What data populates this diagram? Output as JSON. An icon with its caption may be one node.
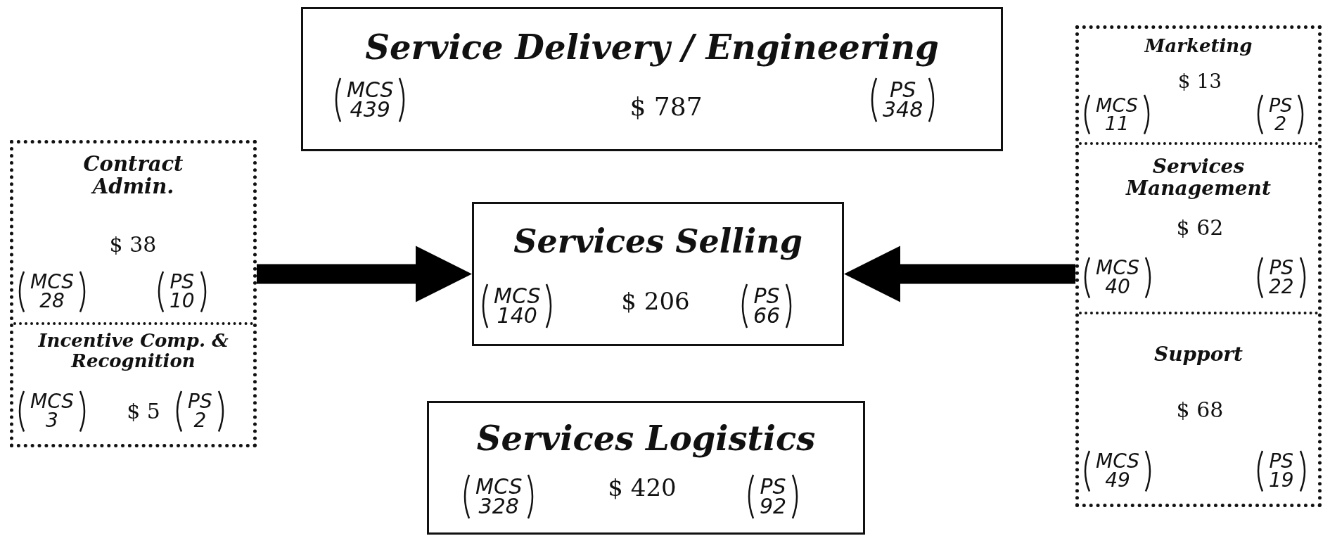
{
  "diagram": {
    "nodes": [
      {
        "text": [
          "Service Delivery / Engineering",
          "MCS 439",
          "$ 787",
          "PS 348"
        ]
      },
      {
        "text": [],
        "shape": "box"
      },
      {
        "text": [
          "Contract Admin.",
          "$ 38",
          "MCS 28",
          "PS 10"
        ],
        "in": 1
      },
      {
        "text": [
          "Incentive Comp. & Recognition",
          "MCS 3",
          "$ 5",
          "PS 2"
        ],
        "in": 1
      },
      {
        "text": [
          "Services Selling",
          "MCS 140",
          "$ 206",
          "PS 66"
        ]
      },
      {
        "text": [
          "Services Logistics",
          "MCS 328",
          "$ 420",
          "PS 92"
        ]
      },
      {
        "text": [],
        "shape": "box"
      },
      {
        "text": [
          "Marketing",
          "$ 13",
          "MCS 11",
          "PS 2"
        ],
        "in": 6
      },
      {
        "text": [
          "Services Management",
          "$ 62",
          "MCS 40",
          "PS 22"
        ],
        "in": 6
      },
      {
        "text": [
          "Support",
          "$ 68",
          "MCS 49",
          "PS 19"
        ],
        "in": 6
      }
    ],
    "edges": [
      {
        "from": 1,
        "to": 4,
        "arrow": "to"
      },
      {
        "from": 6,
        "to": 4,
        "arrow": "to"
      }
    ]
  }
}
